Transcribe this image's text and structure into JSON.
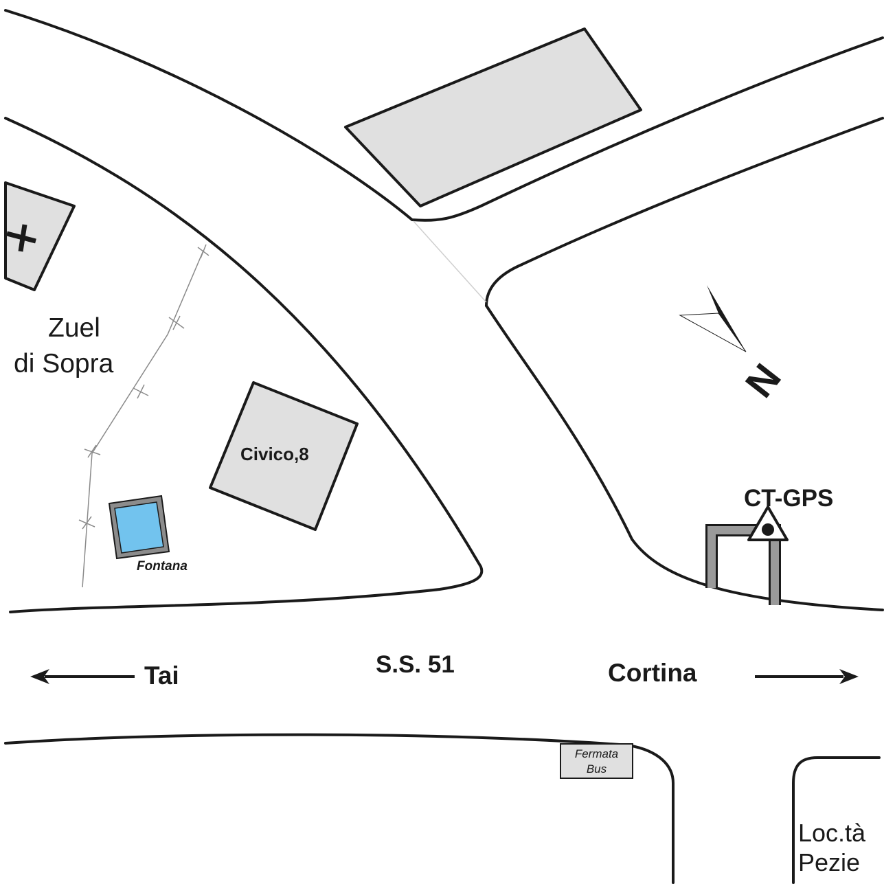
{
  "places": {
    "zuel_line1": "Zuel",
    "zuel_line2": "di Sopra",
    "civico": "Civico,8",
    "fontana": "Fontana",
    "ctgps": "CT-GPS",
    "pezie_line1": "Loc.tà",
    "pezie_line2": "Pezie"
  },
  "road": {
    "name": "S.S. 51",
    "left_destination": "Tai",
    "right_destination": "Cortina"
  },
  "bus_stop": {
    "line1": "Fermata",
    "line2": "Bus"
  },
  "compass": {
    "label": "N"
  },
  "colors": {
    "building_fill": "#e0e0e0",
    "fountain_water": "#72c3ee",
    "fountain_border": "#8c8c8c",
    "line": "#1a1a1a",
    "background": "#ffffff"
  }
}
